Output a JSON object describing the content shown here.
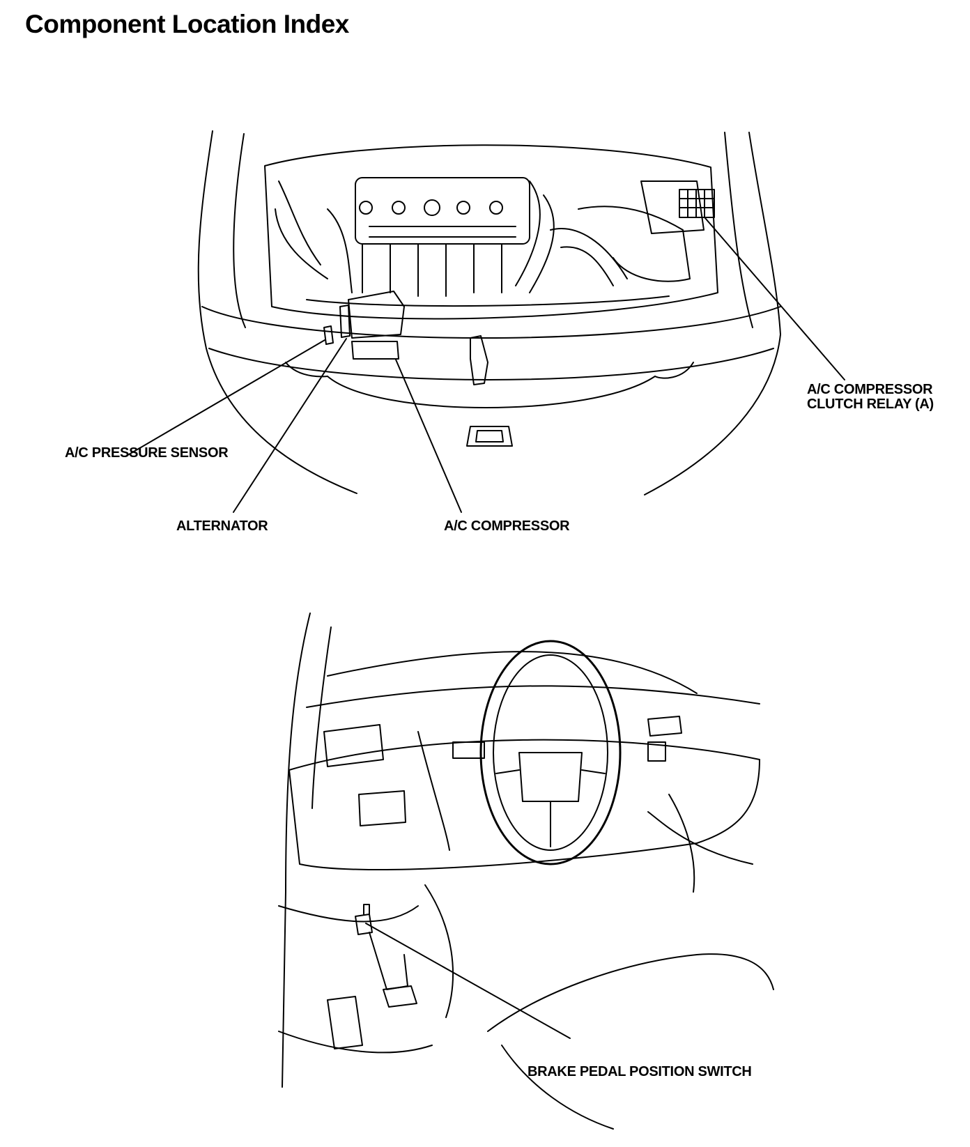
{
  "title": "Component Location Index",
  "engine_view": {
    "callouts": [
      {
        "id": "ac-pressure-sensor",
        "lines": [
          "A/C PRESSURE SENSOR"
        ]
      },
      {
        "id": "alternator",
        "lines": [
          "ALTERNATOR"
        ]
      },
      {
        "id": "ac-compressor",
        "lines": [
          "A/C COMPRESSOR"
        ]
      },
      {
        "id": "ac-compressor-clutch-relay",
        "lines": [
          "A/C COMPRESSOR",
          "CLUTCH RELAY (A)"
        ]
      }
    ]
  },
  "cabin_view": {
    "callouts": [
      {
        "id": "brake-pedal-position-switch",
        "lines": [
          "BRAKE PEDAL POSITION SWITCH"
        ]
      }
    ]
  }
}
